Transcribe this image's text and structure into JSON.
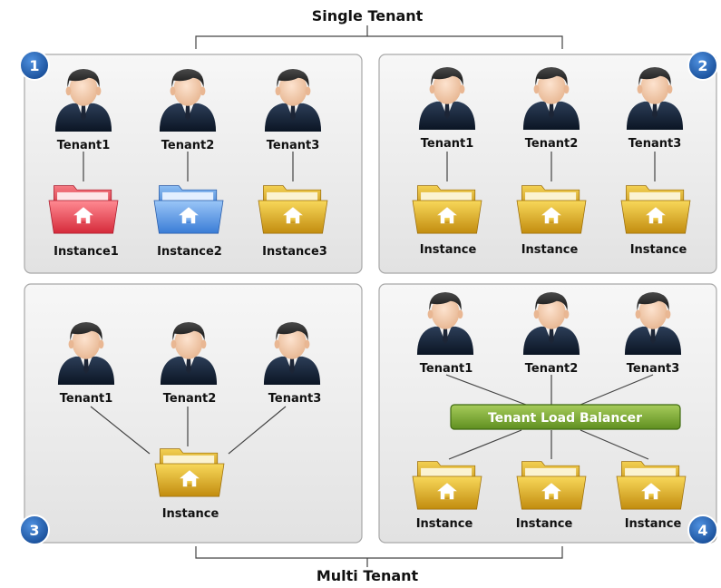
{
  "header": {
    "single_tenant": "Single Tenant",
    "multi_tenant": "Multi Tenant"
  },
  "badges": [
    "1",
    "2",
    "3",
    "4"
  ],
  "colors": {
    "folder_red": "#e8384a",
    "folder_blue": "#4a8ee0",
    "folder_gold": "#d8a514",
    "balancer_green": "#6b9a2a",
    "badge_blue": "#1f5fb0"
  },
  "panels": [
    {
      "tenants": [
        "Tenant1",
        "Tenant2",
        "Tenant3"
      ],
      "instances": [
        "Instance1",
        "Instance2",
        "Instance3"
      ]
    },
    {
      "tenants": [
        "Tenant1",
        "Tenant2",
        "Tenant3"
      ],
      "instances": [
        "Instance",
        "Instance",
        "Instance"
      ]
    },
    {
      "tenants": [
        "Tenant1",
        "Tenant2",
        "Tenant3"
      ],
      "instances": [
        "Instance"
      ]
    },
    {
      "tenants": [
        "Tenant1",
        "Tenant2",
        "Tenant3"
      ],
      "balancer": "Tenant Load Balancer",
      "instances": [
        "Instance",
        "Instance",
        "Instance"
      ]
    }
  ]
}
